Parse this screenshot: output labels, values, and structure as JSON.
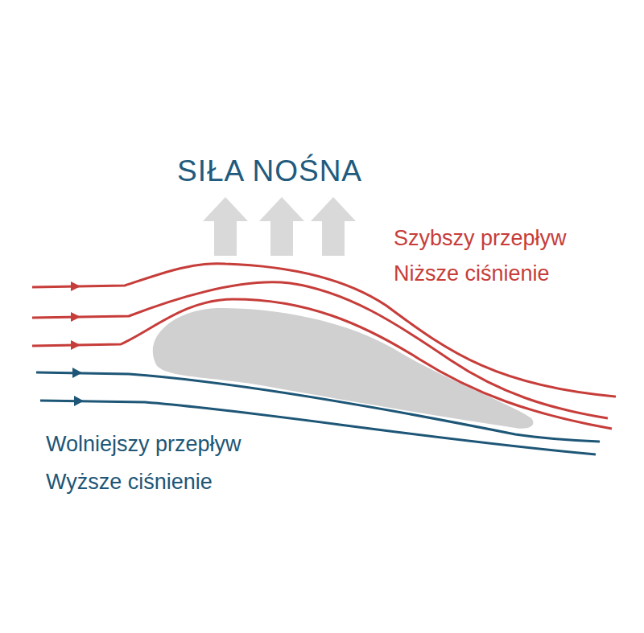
{
  "diagram": {
    "title": "SIŁA NOŚNA",
    "labels": [
      "Szybszy przepływ",
      "Niższe ciśnienie",
      "Wolniejszy przepływ",
      "Wyższe ciśnienie"
    ]
  }
}
